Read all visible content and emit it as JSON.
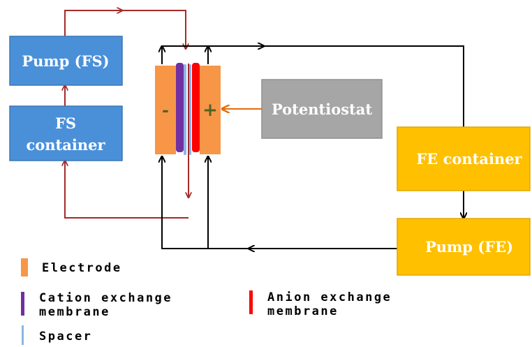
{
  "boxes": {
    "pump_fs": {
      "label": "Pump (FS)",
      "color": "#4a90d9",
      "border": "#3b77b5"
    },
    "fs_container": {
      "line1": "FS",
      "line2": "container",
      "color": "#4a90d9",
      "border": "#3b77b5"
    },
    "potentiostat": {
      "label": "Potentiostat",
      "color": "#a6a6a6",
      "border": "#8f8f8f"
    },
    "fe_container": {
      "label": "FE container",
      "color": "#ffc000",
      "border": "#e0a800"
    },
    "pump_fe": {
      "label": "Pump (FE)",
      "color": "#ffc000",
      "border": "#e0a800"
    }
  },
  "cell": {
    "minus": "-",
    "plus": "+",
    "electrode_color": "#f79646",
    "cation_color": "#7030a0",
    "anion_color": "#ff0000",
    "spacer_color": "#8eb4e3",
    "sign_color": "#4f6228"
  },
  "flows": {
    "fs_color": "#a52a2a",
    "fe_color": "#000000",
    "signal_color": "#e46c0a"
  },
  "legend": {
    "electrode": "Electrode",
    "cation_line1": "Cation exchange",
    "cation_line2": "membrane",
    "anion_line1": "Anion exchange",
    "anion_line2": "membrane",
    "spacer": "Spacer"
  }
}
